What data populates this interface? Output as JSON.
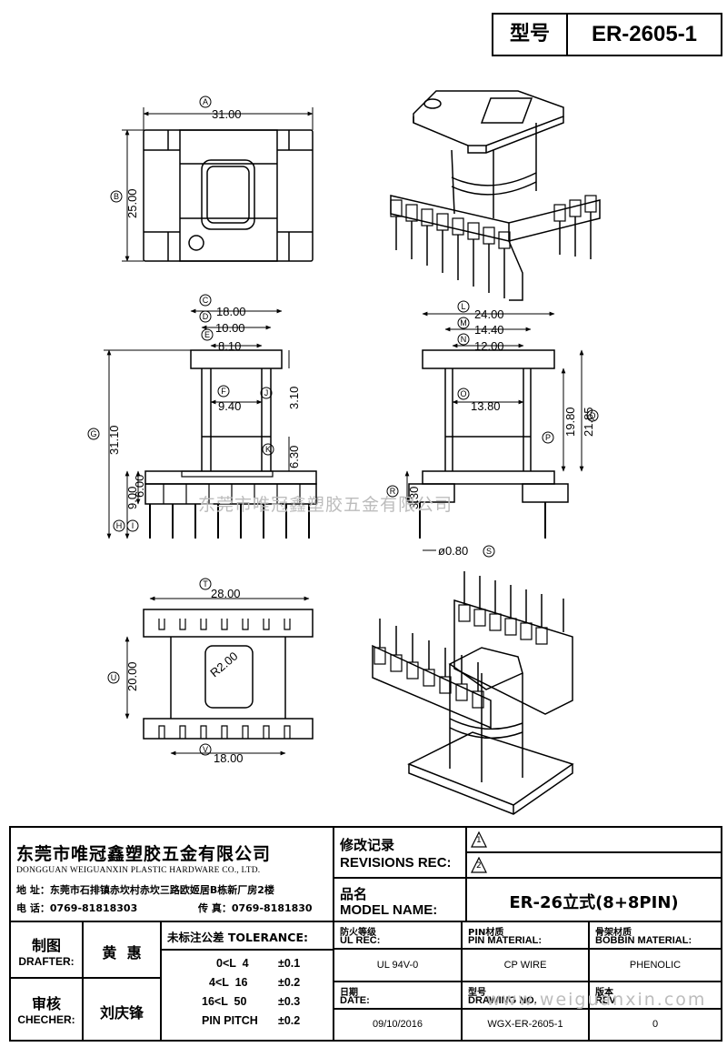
{
  "header": {
    "model_label": "型号",
    "model_value": "ER-2605-1"
  },
  "dimensions": {
    "a": {
      "tag": "A",
      "value": "31.00"
    },
    "b": {
      "tag": "B",
      "value": "25.00"
    },
    "c": {
      "tag": "C",
      "value": "18.00"
    },
    "d": {
      "tag": "D",
      "value": "10.00"
    },
    "e": {
      "tag": "E",
      "value": "8.10"
    },
    "f": {
      "tag": "F",
      "value": "9.40"
    },
    "g": {
      "tag": "G",
      "value": "31.10"
    },
    "h": {
      "tag": "H",
      "value": "9.00"
    },
    "i": {
      "tag": "I",
      "value": "6.00"
    },
    "j": {
      "tag": "J",
      "value": "3.10"
    },
    "k": {
      "tag": "K",
      "value": "6.30"
    },
    "l": {
      "tag": "L",
      "value": "24.00"
    },
    "m": {
      "tag": "M",
      "value": "14.40"
    },
    "n": {
      "tag": "N",
      "value": "12.00"
    },
    "o": {
      "tag": "O",
      "value": "13.80"
    },
    "p": {
      "tag": "P",
      "value": "19.80"
    },
    "q": {
      "tag": "Q",
      "value": "21.85"
    },
    "r": {
      "tag": "R",
      "value": "3.30"
    },
    "s": {
      "tag": "S",
      "value": "ø0.80"
    },
    "t": {
      "tag": "T",
      "value": "28.00"
    },
    "u": {
      "tag": "U",
      "value": "20.00"
    },
    "v": {
      "tag": "V",
      "value": "18.00"
    },
    "radius": "R2.00"
  },
  "watermarks": {
    "center": "东莞市唯冠鑫塑胶五金有限公司",
    "url": "www.weiguanxin.com"
  },
  "company": {
    "name_cn": "东莞市唯冠鑫塑胶五金有限公司",
    "name_en": "DONGGUAN WEIGUANXIN PLASTIC HARDWARE CO., LTD.",
    "address": "地  址：东莞市石排镇赤坎村赤坎三路欧姬居B栋新厂房2楼",
    "phone": "电  话：0769-81818303",
    "fax": "传  真：0769-8181830"
  },
  "revisions": {
    "label_cn": "修改记录",
    "label_en": "REVISIONS REC:",
    "rev1": "1",
    "rev2": "2"
  },
  "model": {
    "label_cn": "品名",
    "label_en": "MODEL NAME:",
    "value": "ER-26立式(8+8PIN)"
  },
  "people": {
    "drafter_cn": "制图",
    "drafter_en": "DRAFTER:",
    "drafter_name": "黄  惠",
    "checker_cn": "审核",
    "checker_en": "CHECHER:",
    "checker_name": "刘庆锋"
  },
  "tolerance": {
    "title": "未标注公差 TOLERANCE:",
    "rows": [
      {
        "range": "0<L  4",
        "value": "±0.1"
      },
      {
        "range": "4<L  16",
        "value": "±0.2"
      },
      {
        "range": "16<L  50",
        "value": "±0.3"
      },
      {
        "range": "PIN PITCH",
        "value": "±0.2"
      }
    ]
  },
  "specs": {
    "ul_cn": "防火等级",
    "ul_en": "UL REC:",
    "ul_value": "UL 94V-0",
    "pin_cn": "PIN材质",
    "pin_en": "PIN MATERIAL:",
    "pin_value": "CP WIRE",
    "bobbin_cn": "骨架材质",
    "bobbin_en": "BOBBIN MATERIAL:",
    "bobbin_value": "PHENOLIC",
    "date_cn": "日期",
    "date_en": "DATE:",
    "date_value": "09/10/2016",
    "drawing_cn": "型号",
    "drawing_en": "DRAWING NO.",
    "drawing_value": "WGX-ER-2605-1",
    "rev_cn": "版本",
    "rev_en": "REV",
    "rev_value": "0"
  }
}
